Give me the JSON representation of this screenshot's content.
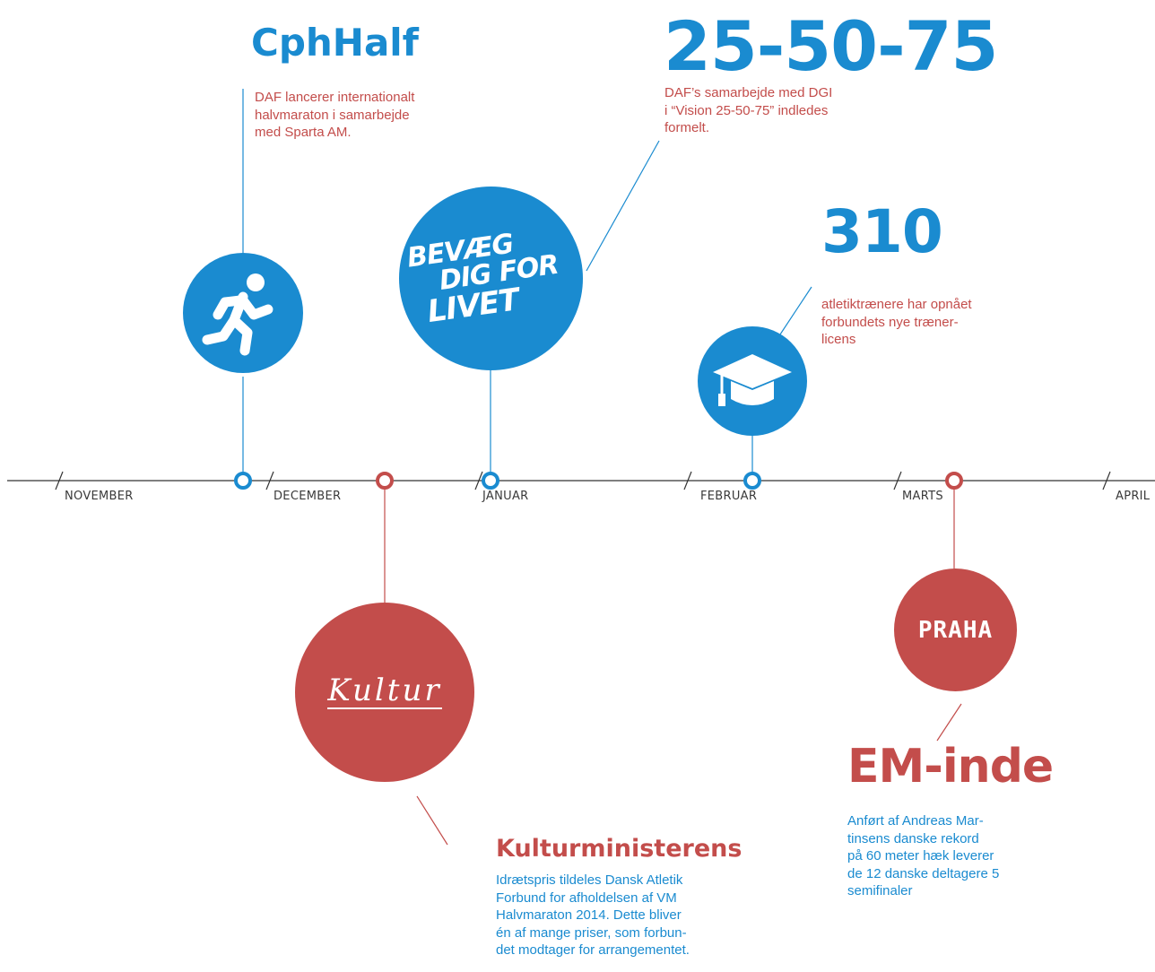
{
  "colors": {
    "blue": "#1a8bd0",
    "red": "#c34d4b",
    "axis": "#333333"
  },
  "months": [
    "NOVEMBER",
    "DECEMBER",
    "JANUAR",
    "FEBRUAR",
    "MARTS",
    "APRIL"
  ],
  "events": {
    "cphhalf": {
      "title": "CphHalf",
      "text": "DAF lancerer internationalt\nhalvmaraton i samarbejde\nmed Sparta AM.",
      "icon": "runner-icon"
    },
    "vision": {
      "title": "25-50-75",
      "text": "DAF’s samarbejde med DGI\ni “Vision 25-50-75” indledes\nformelt.",
      "logo_lines": [
        "BEVÆG",
        "DIG FOR",
        "LIVET"
      ]
    },
    "trainers": {
      "title": "310",
      "text": "atletiktrænere har opnået\nforbundets nye træner-\nlicens",
      "icon": "graduation-cap-icon"
    },
    "kultur": {
      "title": "Kulturministerens",
      "text": "Idrætspris tildeles Dansk Atletik\nForbund for afholdelsen af VM\nHalvmaraton 2014. Dette bliver\nén af mange priser, som forbun-\ndet modtager for arrangementet.",
      "logo_text": "Kultur"
    },
    "em": {
      "title": "EM-inde",
      "text": "Anført af Andreas Mar-\ntinsens danske rekord\npå 60 meter hæk leverer\nde 12 danske deltagere 5\nsemifinaler",
      "logo_text": "PRAHA"
    }
  }
}
